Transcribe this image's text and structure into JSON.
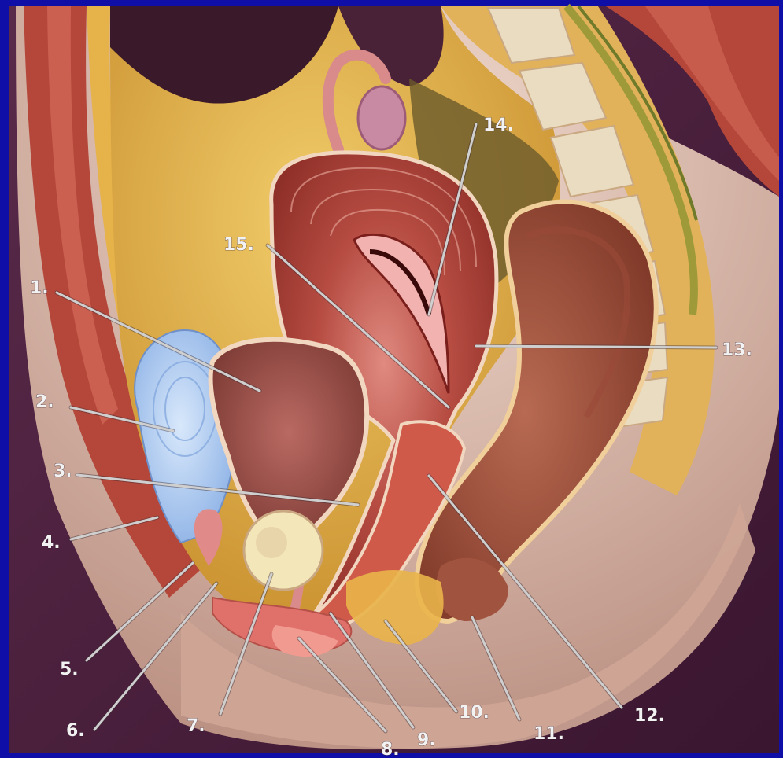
{
  "labels": [
    "1.",
    "2.",
    "3.",
    "4.",
    "5.",
    "6.",
    "7.",
    "8.",
    "9.",
    "10.",
    "11.",
    "12.",
    "13.",
    "14.",
    "15."
  ],
  "colors": {
    "frame": "#0f0fa8",
    "background": "#4a2040",
    "muscle": "#b4473a",
    "fat": "#e8b84a",
    "bladder": "#a9c8f0",
    "skin": "#d9b8a8",
    "bone": "#eadcc0"
  }
}
